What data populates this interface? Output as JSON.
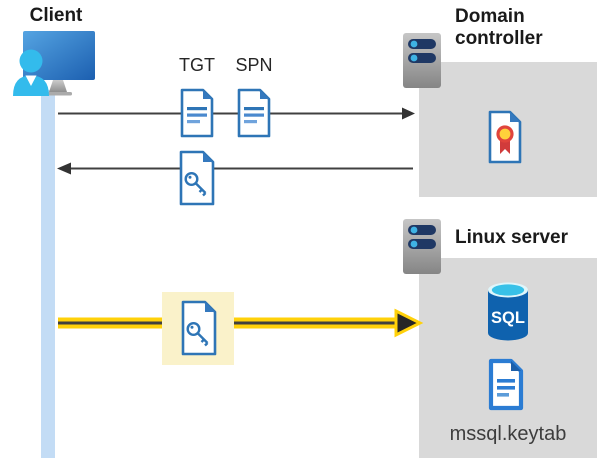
{
  "labels": {
    "client": "Client",
    "tgt": "TGT",
    "spn": "SPN",
    "domain_controller": "Domain controller",
    "linux_server": "Linux server",
    "mssql_keytab": "mssql.keytab",
    "sql": "SQL"
  },
  "colors": {
    "node_box_gray": "#d9d9d9",
    "client_timeline_blue": "#c3dcf5",
    "arrow_dark": "#404040",
    "arrow_highlight_yellow": "#ffd10a",
    "ticket_highlight_bg": "#faf2ca",
    "document_blue": "#2e75b6",
    "server_bar_navy": "#1f3864",
    "person_cyan": "#33bbec",
    "sql_cylinder_blue": "#0f62ae",
    "certificate_seal_yellow": "#ffd23b",
    "certificate_ribbon_red": "#d13b3b"
  },
  "icons": {
    "client": "client-workstation-icon",
    "domain_controller": "server-icon",
    "linux_server": "server-icon",
    "tgt": "document-icon",
    "spn": "document-icon",
    "ticket_response": "key-document-icon",
    "ticket_to_linux": "key-document-icon",
    "certificate": "certificate-document-icon",
    "sql": "sql-database-icon",
    "keytab": "document-icon"
  },
  "flows": [
    {
      "from": "client",
      "to": "domain-controller",
      "carries": [
        "TGT",
        "SPN"
      ],
      "direction": "right",
      "highlighted": false
    },
    {
      "from": "domain-controller",
      "to": "client",
      "carries": [
        "key-document"
      ],
      "direction": "left",
      "highlighted": false
    },
    {
      "from": "client",
      "to": "linux-server",
      "carries": [
        "key-document"
      ],
      "direction": "right",
      "highlighted": true
    }
  ]
}
